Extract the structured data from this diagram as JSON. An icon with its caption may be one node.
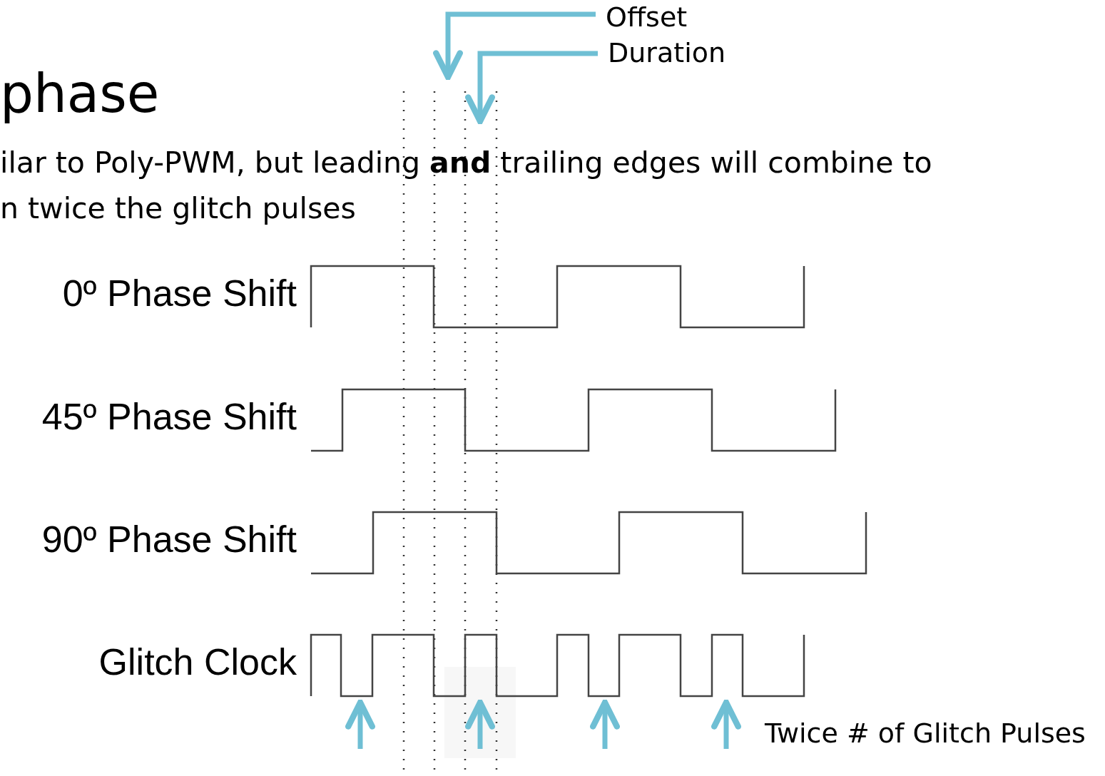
{
  "diagram": {
    "title": "phase",
    "nodes": [
      {
        "text": [
          "Offset"
        ]
      },
      {
        "text": [
          "Duration"
        ]
      }
    ],
    "edges": [
      {
        "from": 0,
        "to": null,
        "arrow": "to"
      },
      {
        "from": 1,
        "to": null,
        "arrow": "to"
      }
    ],
    "labels": [
      "ilar to Poly-PWM, but leading **and** trailing edges will combine to n twice the glitch pulses",
      "0º Phase Shift",
      "45º Phase Shift",
      "90º Phase Shift",
      "Glitch Clock",
      "Twice # of Glitch Pulses"
    ]
  }
}
